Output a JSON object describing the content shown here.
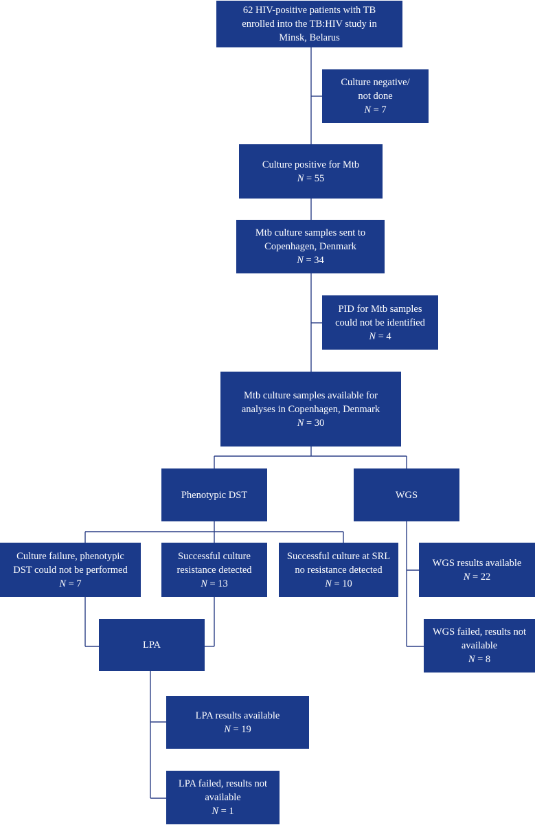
{
  "boxes": {
    "enrolled": {
      "lines": [
        "62 HIV-positive patients with TB",
        "enrolled into the TB:HIV study in",
        "Minsk, Belarus"
      ]
    },
    "culture_negative": {
      "lines": [
        "Culture negative/",
        "not done"
      ],
      "n_var": "N",
      "n_value": "= 7"
    },
    "culture_positive": {
      "lines": [
        "Culture positive for Mtb"
      ],
      "n_var": "N",
      "n_value": "= 55"
    },
    "sent_copenhagen": {
      "lines": [
        "Mtb culture samples sent to",
        "Copenhagen, Denmark"
      ],
      "n_var": "N",
      "n_value": "= 34"
    },
    "pid_unidentified": {
      "lines": [
        "PID for Mtb samples",
        "could not be identified"
      ],
      "n_var": "N",
      "n_value": "= 4"
    },
    "available_analyses": {
      "lines": [
        "Mtb culture samples available for",
        "analyses in Copenhagen, Denmark"
      ],
      "n_var": "N",
      "n_value": "= 30"
    },
    "phenotypic_dst": {
      "lines": [
        "Phenotypic DST"
      ]
    },
    "wgs": {
      "lines": [
        "WGS"
      ]
    },
    "culture_failure": {
      "lines": [
        "Culture failure, phenotypic",
        "DST could not be performed"
      ],
      "n_var": "N",
      "n_value": "= 7"
    },
    "resistance_detected": {
      "lines": [
        "Successful culture",
        "resistance detected"
      ],
      "n_var": "N",
      "n_value": "= 13"
    },
    "no_resistance": {
      "lines": [
        "Successful culture at SRL",
        "no resistance detected"
      ],
      "n_var": "N",
      "n_value": "= 10"
    },
    "wgs_available": {
      "lines": [
        "WGS results available"
      ],
      "n_var": "N",
      "n_value": "= 22"
    },
    "wgs_failed": {
      "lines": [
        "WGS failed, results not",
        "available"
      ],
      "n_var": "N",
      "n_value": "= 8"
    },
    "lpa": {
      "lines": [
        "LPA"
      ]
    },
    "lpa_available": {
      "lines": [
        "LPA results available"
      ],
      "n_var": "N",
      "n_value": "= 19"
    },
    "lpa_failed": {
      "lines": [
        "LPA failed, results not",
        "available"
      ],
      "n_var": "N",
      "n_value": "= 1"
    }
  },
  "colors": {
    "box_fill": "#1b3a8a",
    "box_text": "#ffffff",
    "connector": "#2b3f86"
  }
}
